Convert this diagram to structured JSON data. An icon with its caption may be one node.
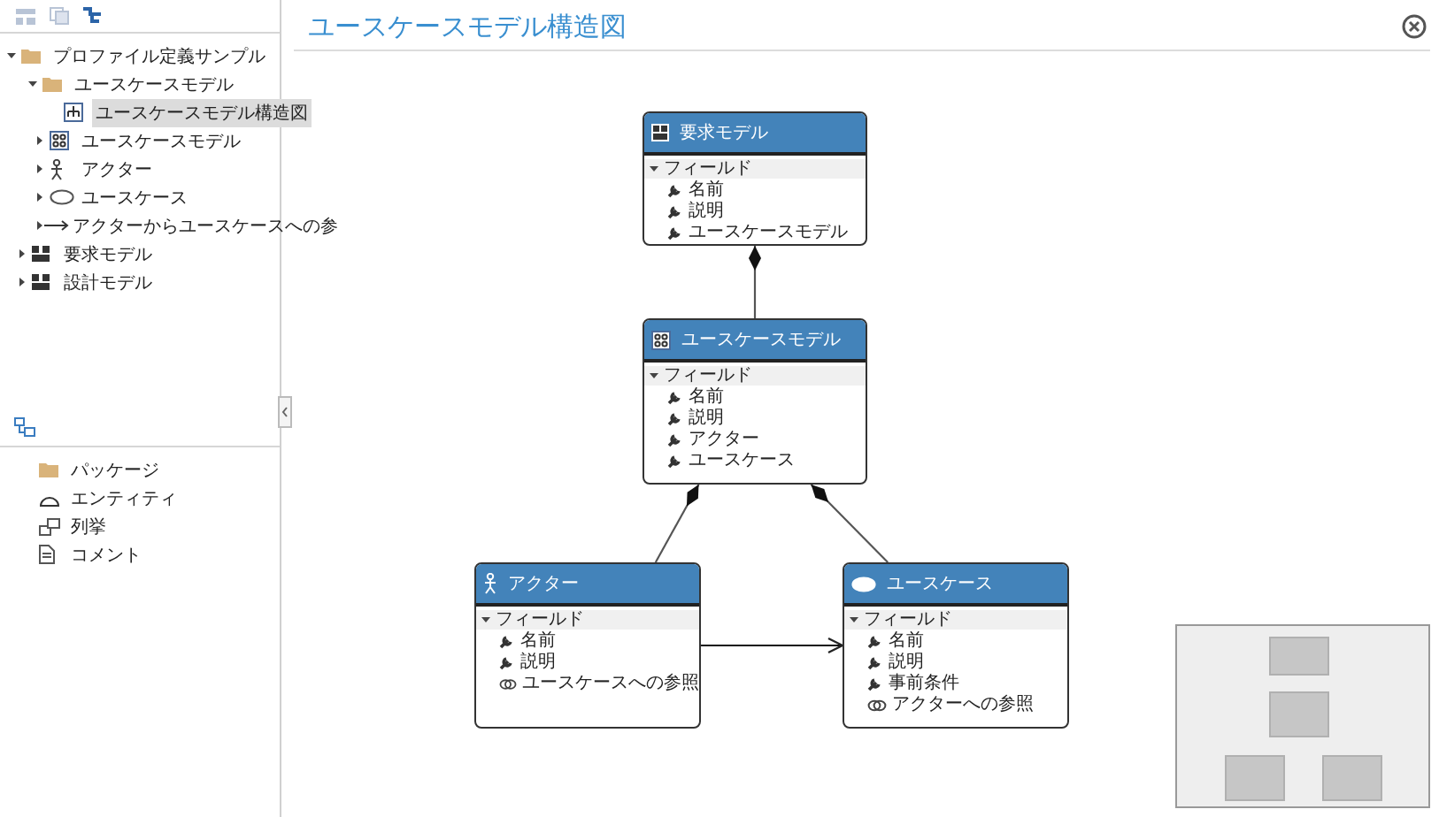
{
  "diagram": {
    "title": "ユースケースモデル構造図",
    "nodes": [
      {
        "text": [
          "要求モデル",
          "フィールド",
          "名前",
          "説明",
          "ユースケースモデル"
        ]
      },
      {
        "text": [
          "ユースケースモデル",
          "フィールド",
          "名前",
          "説明",
          "アクター",
          "ユースケース"
        ]
      },
      {
        "text": [
          "アクター",
          "フィールド",
          "名前",
          "説明",
          "ユースケースへの参照"
        ]
      },
      {
        "text": [
          "ユースケース",
          "フィールド",
          "名前",
          "説明",
          "事前条件",
          "アクターへの参照"
        ]
      }
    ],
    "edges": [
      {
        "from": 0,
        "to": 1,
        "arrow": "other"
      },
      {
        "from": 1,
        "to": 2,
        "arrow": "other"
      },
      {
        "from": 1,
        "to": 3,
        "arrow": "other"
      },
      {
        "from": 2,
        "to": 3,
        "arrow": "to"
      }
    ],
    "labels": [
      "プロファイル定義サンプル",
      "ユースケースモデル",
      "ユースケースモデル構造図",
      "ユースケースモデル",
      "アクター",
      "ユースケース",
      "アクターからユースケースへの参",
      "要求モデル",
      "設計モデル",
      "パッケージ",
      "エンティティ",
      "列挙",
      "コメント"
    ]
  }
}
